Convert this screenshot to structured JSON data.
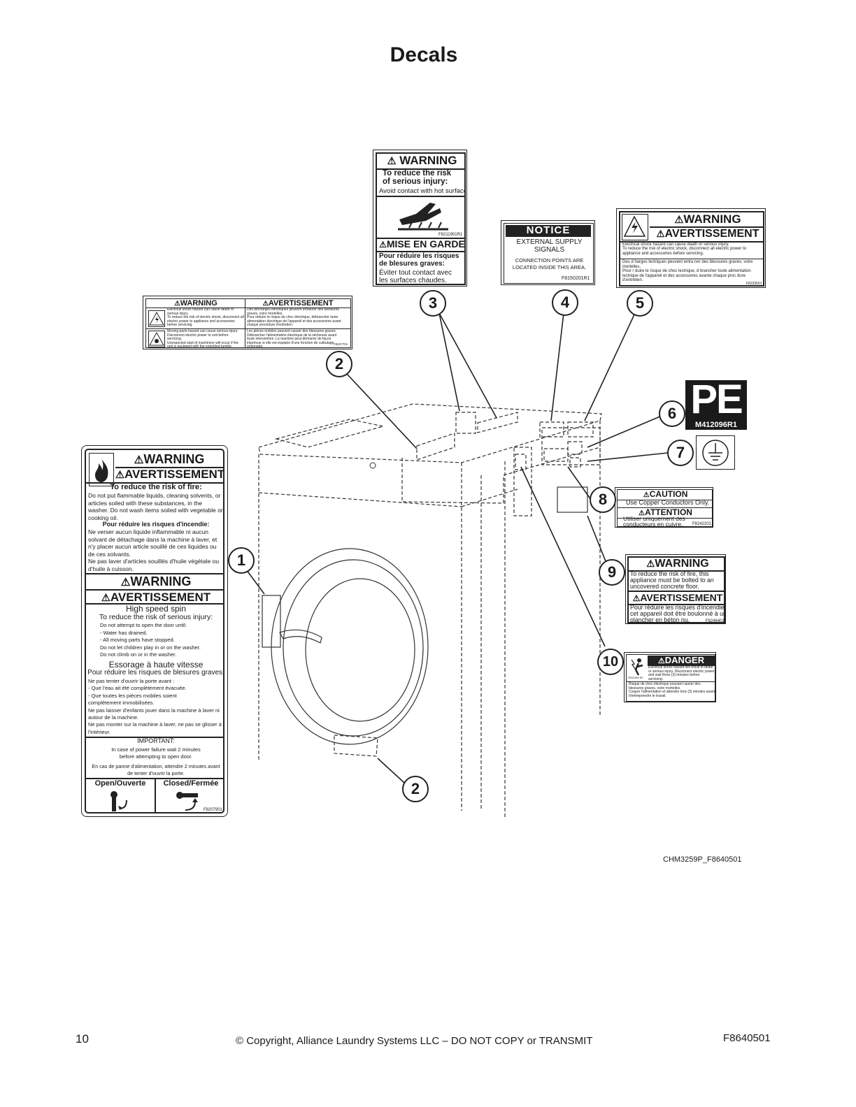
{
  "page": {
    "title": "Decals",
    "number": "10",
    "copyright": "© Copyright, Alliance Laundry Systems LLC – DO NOT COPY or TRANSMIT",
    "doc_code": "F8640501",
    "figure_code": "CHM3259P_F8640501"
  },
  "callouts": [
    "1",
    "2",
    "2",
    "3",
    "4",
    "5",
    "6",
    "7",
    "8",
    "9",
    "10"
  ],
  "decal_1": {
    "warning": "WARNING",
    "avertissement": "AVERTISSEMENT",
    "fire_heading": "To reduce the risk of fire:",
    "fire_text": "Do not put flammable liquids, cleaning solvents, or articles soiled with these substances, in the washer. Do not wash items soiled with vegetable or cooking oil.",
    "fire_heading_fr": "Pour réduire les risques d'incendie:",
    "fire_text_fr": "Ne verser aucun liquide inflammable ni aucun solvant de détachage dans la machine à laver, et n'y placer aucun article souillé de ces liquides ou de ces solvants.\nNe pas laver d'articles souillés d'huile végétale ou d'huile à cuisson.",
    "warning2": "WARNING",
    "avertissement2": "AVERTISSEMENT",
    "spin_heading": "High speed spin",
    "spin_sub": "To reduce the risk of serious injury:",
    "spin_text": "Do not attempt to open the door until:\n   - Water has drained.\n   - All moving parts have stopped.\nDo not let children play in or on the washer.\nDo not climb on or in the washer.",
    "spin_heading_fr": "Essorage à haute vitesse",
    "spin_sub_fr": "Pour réduire les risques de blesures graves:",
    "spin_text_fr": "Ne pas tenter d'ouvrir la porte avant :\n  - Que l'eau ait été complètement évacuée.\n  - Que toutes les pièces mobiles soient\n     complètement immobilisées.\nNe pas laisser d'enfants jouer dans la machine à laver ni autour de la machine.\nNe pas monter sur la machine à laver, ne pas se glisser à l'intérieur.",
    "important": "IMPORTANT:",
    "important_text": "In case of power failure wait 2 minutes\nbefore attempting to open door.",
    "important_text_fr": "En cas de panne d'alimentation, attendre 2 minutes avant de tenter d'ouvrir la porte.",
    "open": "Open/Ouverte",
    "closed": "Closed/Fermée",
    "code": "F8207901"
  },
  "decal_2": {
    "warning": "WARNING",
    "avertissement": "AVERTISSEMENT",
    "shock_en": "Electrical shock hazard can cause death or serious injury.\nTo reduce the risk of electric shock, disconnect all electric power to appliance and accessories before servicing.",
    "shock_fr": "Des décharges électriques peuvent entraîner des blessures graves, voire mortelles.\nPour réduire le risque de choc électrique, débrancher toute alimentation électrique de l'appareil et des accessoires avant chaque procédure d'entretien.",
    "moving_en": "Moving parts hazard can cause serious injury.\nDisconnect electric power to unit before servicing.\nUnexpected start of machinery will occur if the unit is equipped with the extended tumble feature.",
    "moving_fr": "Les pièces mobiles peuvent causer des blessures graves.\nDébrancher l'alimentation électrique de la sécheuse avant toute intervention. La machine peut démarrer de façon imprévue si elle est équipée d'une fonction de culbutage prolongée.",
    "code": "F8227701"
  },
  "decal_3": {
    "warning": "WARNING",
    "heading": "To reduce the risk\nof serious injury:",
    "text": "Avoid contact with hot surfaces.",
    "code": "F8211901R1",
    "caution_fr": "MISE EN GARDE",
    "heading_fr": "Pour réduire les risques\nde blesures graves:",
    "text_fr": "Éviter tout contact avec\nles surfaces chaudes."
  },
  "decal_4": {
    "notice": "NOTICE",
    "line1": "EXTERNAL SUPPLY\nSIGNALS",
    "line2": "CONNECTION POINTS ARE\nLOCATED INSIDE THIS AREA.",
    "code": "F8150201R1"
  },
  "decal_5": {
    "warning": "WARNING",
    "avertissement": "AVERTISSEMENT",
    "text_en": "Electrical shock hazard can cause death or serious injury.\nTo reduce the risk of electric shock, disconnect all electric power to appliance and accessories before servicing.",
    "text_fr": "Des d   harges   lectriques peuvent entra ner des blessures graves, voire mortelles.\nPour r  duire le risque de choc   lectrique, d  brancher toute alimentation   lectrique de l'appareil et des accessoires avante chaque proc  dure d'entretien.",
    "code": "F8233501"
  },
  "decal_6": {
    "letters": "PE",
    "code": "M412096R1"
  },
  "decal_8": {
    "caution": "CAUTION",
    "text": "Use Copper Conductors Only.",
    "attention": "ATTENTION",
    "text_fr": "Utiliser uniquement des\nconducteurs en cuivre.",
    "code": "F8242201"
  },
  "decal_9": {
    "warning": "WARNING",
    "text": "To reduce the risk of fire, this\nappliance must be bolted to an\nuncovered concrete floor.",
    "avertissement": "AVERTISSEMENT",
    "text_fr": "Pour réduire les risques d'incendie,\ncet appareil doit être boulonné à un\nplancher en béton nu.",
    "code": "F8246401"
  },
  "decal_10": {
    "danger": "DANGER",
    "text_en": "Electrical shock hazard will result in death or serious injury. Disconnect electric power and wait three (3) minutes before servicing.",
    "text_fr": "Risque de choc électrique pouvant causer des blessures graves, voire mortelles.\nCouper l'alimentation et attendre trois (3) minutes avant d'entreprendre le travail.",
    "code": "F8221600 R0"
  }
}
